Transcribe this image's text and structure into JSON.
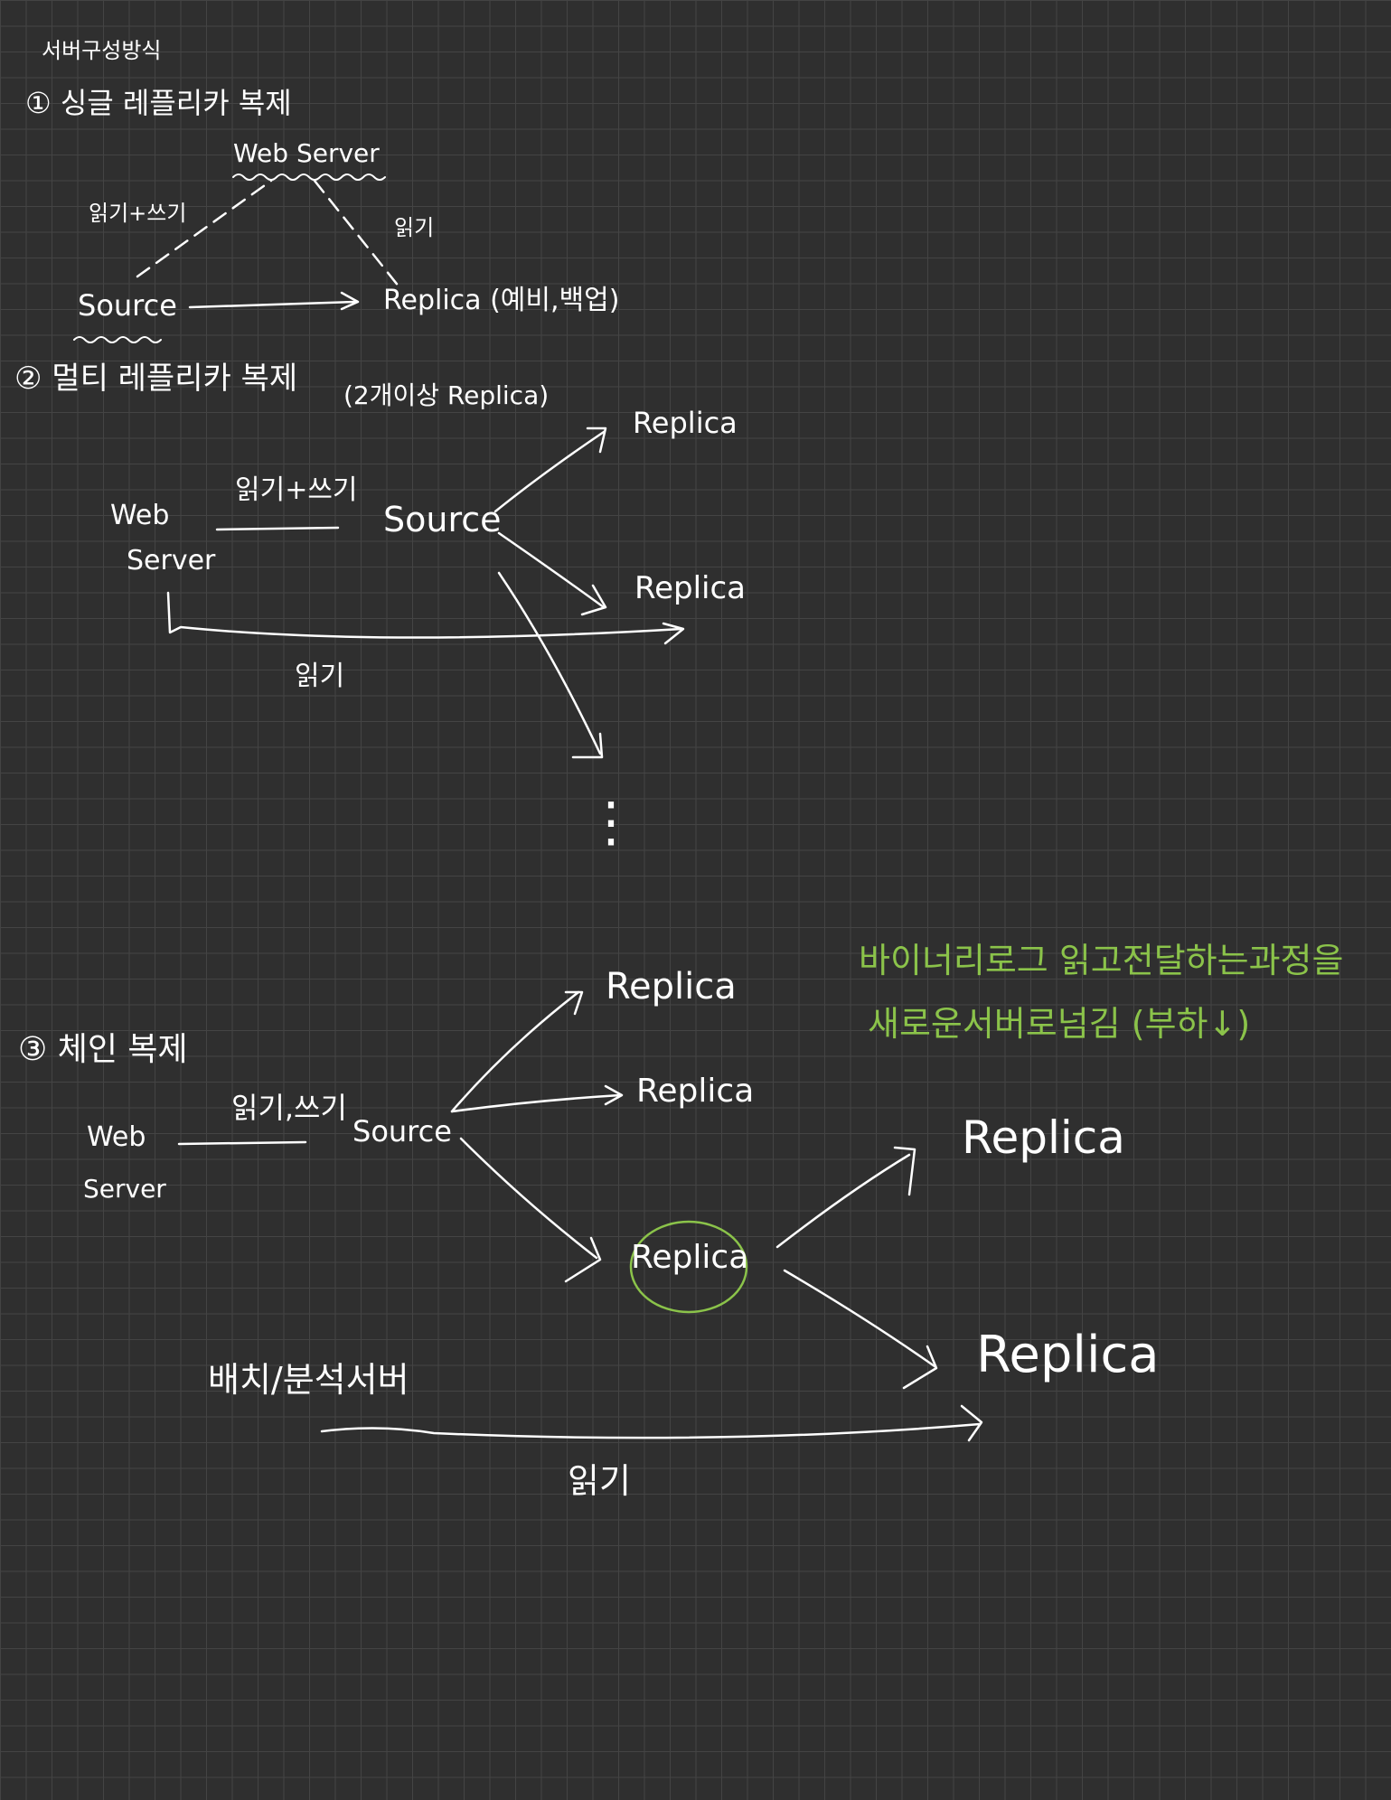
{
  "title": "서버구성방식",
  "colors": {
    "background": "#2f2f2f",
    "grid": "#444444",
    "ink": "#ffffff",
    "highlight": "#8bc34a"
  },
  "sections": [
    {
      "heading": "① 싱글 레플리카 복제",
      "nodes": {
        "web_server": "Web Server",
        "source": "Source",
        "replica": "Replica (예비,백업)"
      },
      "edge_labels": {
        "read_write": "읽기+쓰기",
        "read": "읽기"
      }
    },
    {
      "heading": "② 멀티 레플리카 복제",
      "note": "(2개이상 Replica)",
      "nodes": {
        "web": "Web",
        "server": "Server",
        "source": "Source",
        "replicas": [
          "Replica",
          "Replica"
        ],
        "ellipsis": "⋮"
      },
      "edge_labels": {
        "read_write": "읽기+쓰기",
        "read": "읽기"
      }
    },
    {
      "heading": "③ 체인 복제",
      "nodes": {
        "web": "Web",
        "server": "Server",
        "source": "Source",
        "replicas": [
          "Replica",
          "Replica",
          "Replica"
        ],
        "chain_replicas": [
          "Replica",
          "Replica"
        ],
        "batch_server": "배치/분석서버"
      },
      "edge_labels": {
        "read_write": "읽기,쓰기",
        "read": "읽기"
      },
      "note_lines": [
        "바이너리로그 읽고전달하는과정을",
        "새로운서버로넘김 (부하↓)"
      ]
    }
  ]
}
